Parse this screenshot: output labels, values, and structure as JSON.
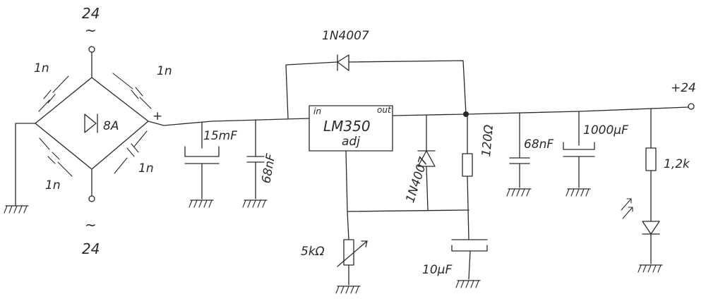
{
  "labels": {
    "ac_top_voltage": "24",
    "ac_top_symbol": "~",
    "ac_bottom_voltage": "24",
    "ac_bottom_symbol": "~",
    "bridge_rating": "8A",
    "bridge_plus": "+",
    "cap_bridge_tl": "1n",
    "cap_bridge_tr": "1n",
    "cap_bridge_bl": "1n",
    "cap_bridge_br": "1n",
    "cap_input_electrolytic": "15mF",
    "cap_input_ceramic": "68nF",
    "diode_bypass": "1N4007",
    "reg_in": "in",
    "reg_out": "out",
    "reg_name": "LM350",
    "reg_adj": "adj",
    "diode_reverse": "1N4007",
    "resistor_top": "120Ω",
    "cap_output_ceramic": "68nF",
    "cap_output_electrolytic": "1000μF",
    "resistor_led": "1,2k",
    "potentiometer": "5kΩ",
    "cap_adj": "10μF",
    "output_voltage": "+24"
  }
}
